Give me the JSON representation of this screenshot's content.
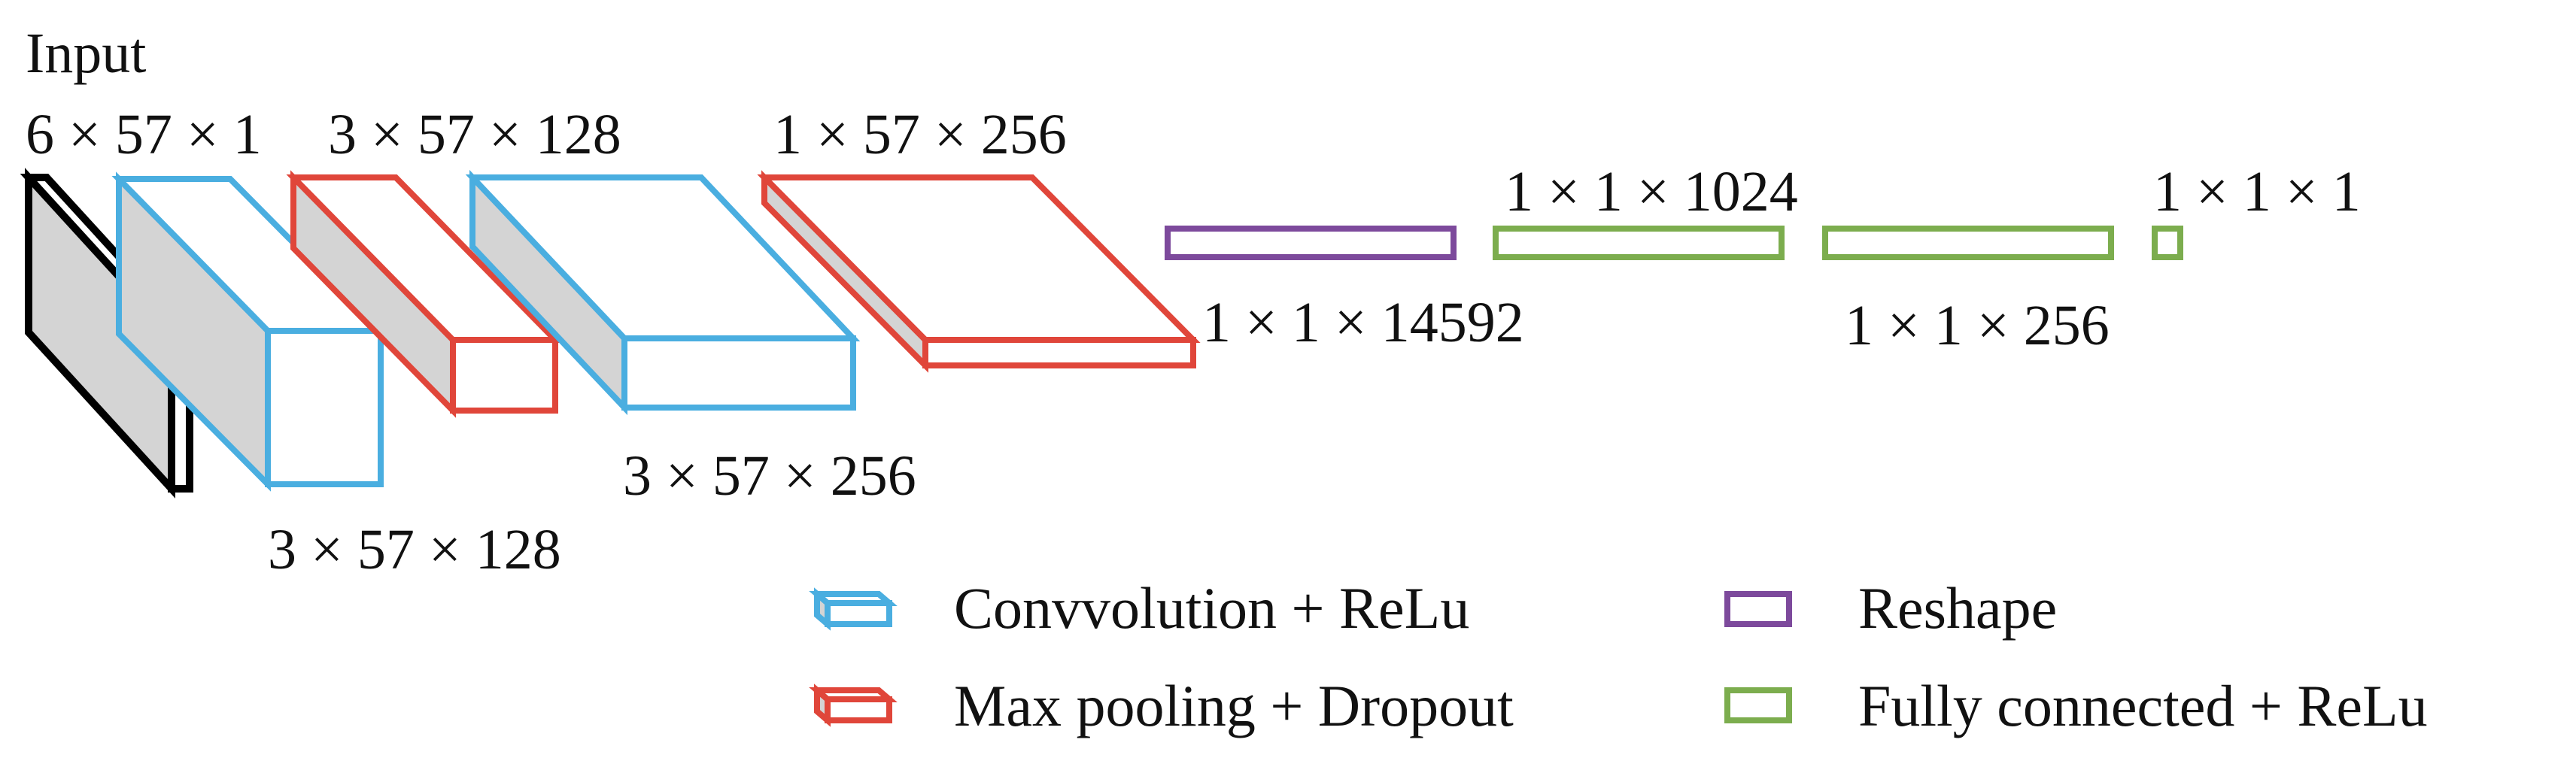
{
  "input_title": "Input",
  "dims": {
    "input": "6 × 57 × 1",
    "conv1": "3 × 57 × 128",
    "pool1": "3 × 57 × 128",
    "conv2": "3 × 57 × 256",
    "pool2": "1 × 57 × 256",
    "reshape": "1 × 1 × 14592",
    "fc1": "1 × 1 × 1024",
    "fc2": "1 × 1 × 256",
    "output": "1 × 1 × 1"
  },
  "legend": {
    "conv": "Convvolution + ReLu",
    "pool": "Max pooling + Dropout",
    "reshape": "Reshape",
    "fc": "Fully connected + ReLu"
  },
  "colors": {
    "input": "#000000",
    "conv": "#4aaee0",
    "pool": "#e0463a",
    "reshape": "#7d4a9c",
    "fc": "#7cad4e",
    "side_fill": "#d4d4d4"
  }
}
